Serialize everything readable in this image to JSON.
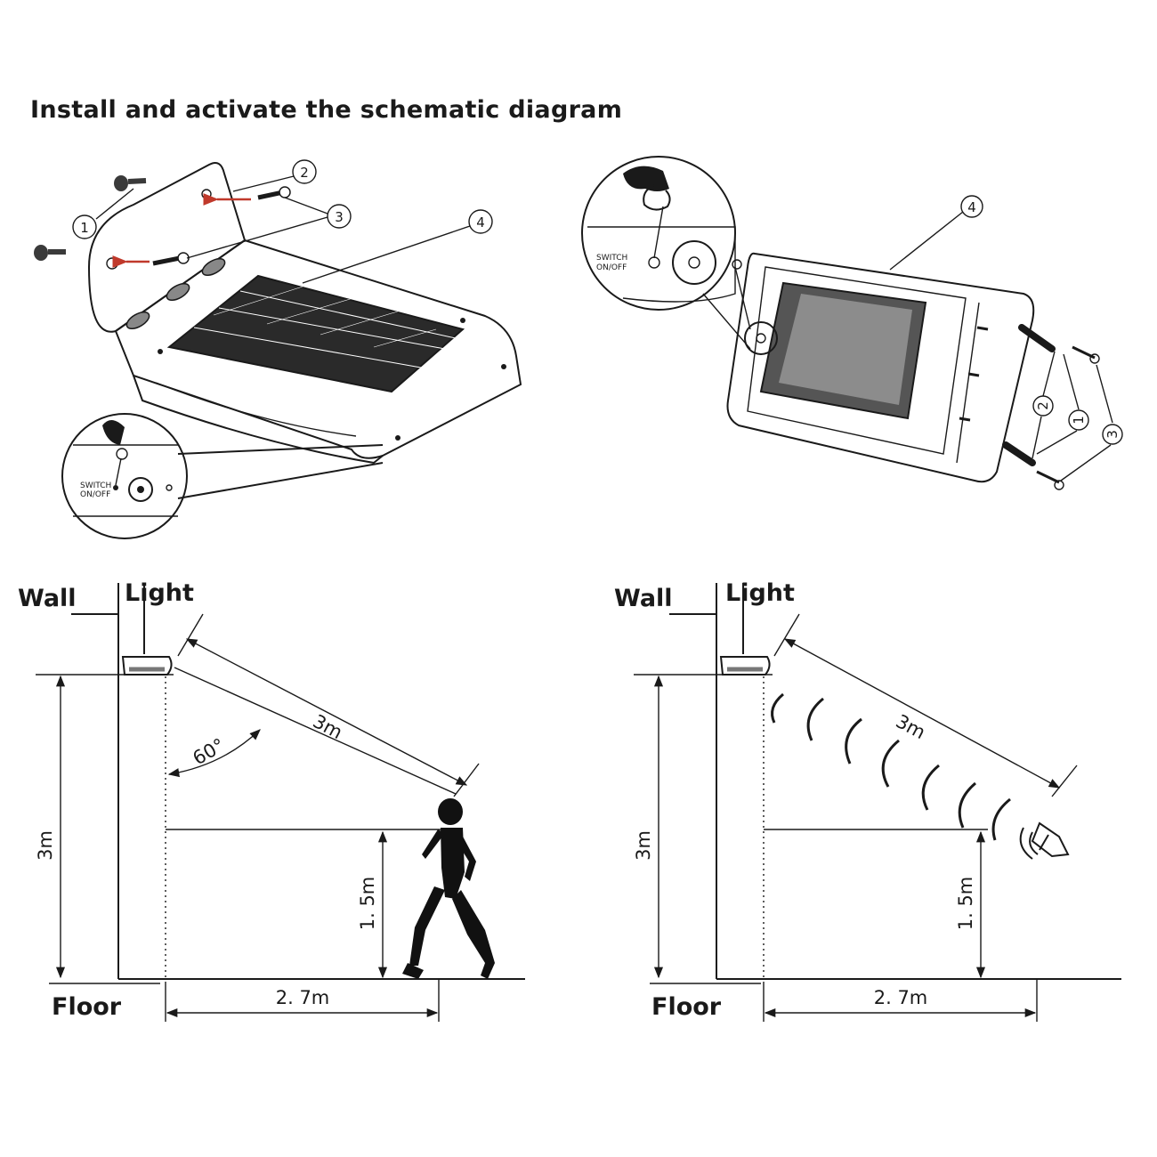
{
  "title": "Install and activate the schematic diagram",
  "parts": [
    "1",
    "2",
    "3",
    "4"
  ],
  "switch_label_line1": "SWITCH",
  "switch_label_line2": "ON/OFF",
  "left_diagram": {
    "wall": "Wall",
    "light": "Light",
    "floor": "Floor",
    "height": "3m",
    "detect_distance": "3m",
    "angle": "60°",
    "target_height": "1. 5m",
    "floor_distance": "2. 7m"
  },
  "right_diagram": {
    "wall": "Wall",
    "light": "Light",
    "floor": "Floor",
    "height": "3m",
    "detect_distance": "3m",
    "target_height": "1. 5m",
    "floor_distance": "2. 7m"
  }
}
